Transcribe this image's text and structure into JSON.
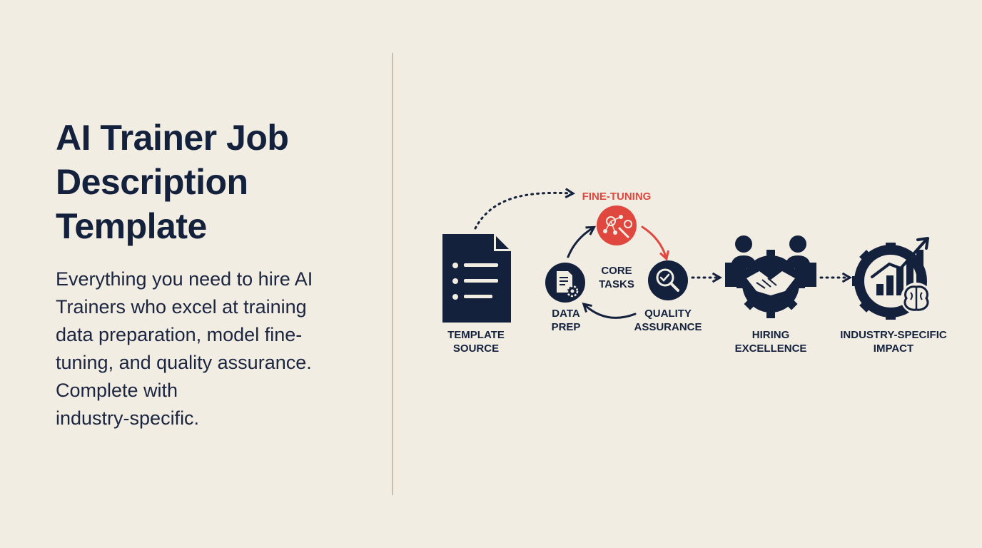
{
  "title_lines": [
    "AI Trainer Job",
    "Description",
    "Template"
  ],
  "description_lines": [
    "Everything you need to hire AI",
    "Trainers who excel at training",
    "data preparation, model fine-",
    "tuning, and quality assurance.",
    "Complete with",
    "industry-specific."
  ],
  "diagram": {
    "template_source": [
      "TEMPLATE",
      "SOURCE"
    ],
    "fine_tuning": "FINE-TUNING",
    "core_tasks": [
      "CORE",
      "TASKS"
    ],
    "data_prep": [
      "DATA",
      "PREP"
    ],
    "quality_assurance": [
      "QUALITY",
      "ASSURANCE"
    ],
    "hiring_excellence": [
      "HIRING",
      "EXCELLENCE"
    ],
    "industry_impact": [
      "INDUSTRY-SPECIFIC",
      "IMPACT"
    ]
  },
  "icons": {
    "document": "document-icon",
    "fine_tuning": "network-wrench-icon",
    "data_prep": "document-gear-icon",
    "quality": "magnifier-check-icon",
    "hiring": "handshake-people-gear-icon",
    "impact": "gear-growth-brain-icon"
  },
  "colors": {
    "navy": "#14213d",
    "accent_red": "#e0473e",
    "background": "#f2ede3"
  }
}
